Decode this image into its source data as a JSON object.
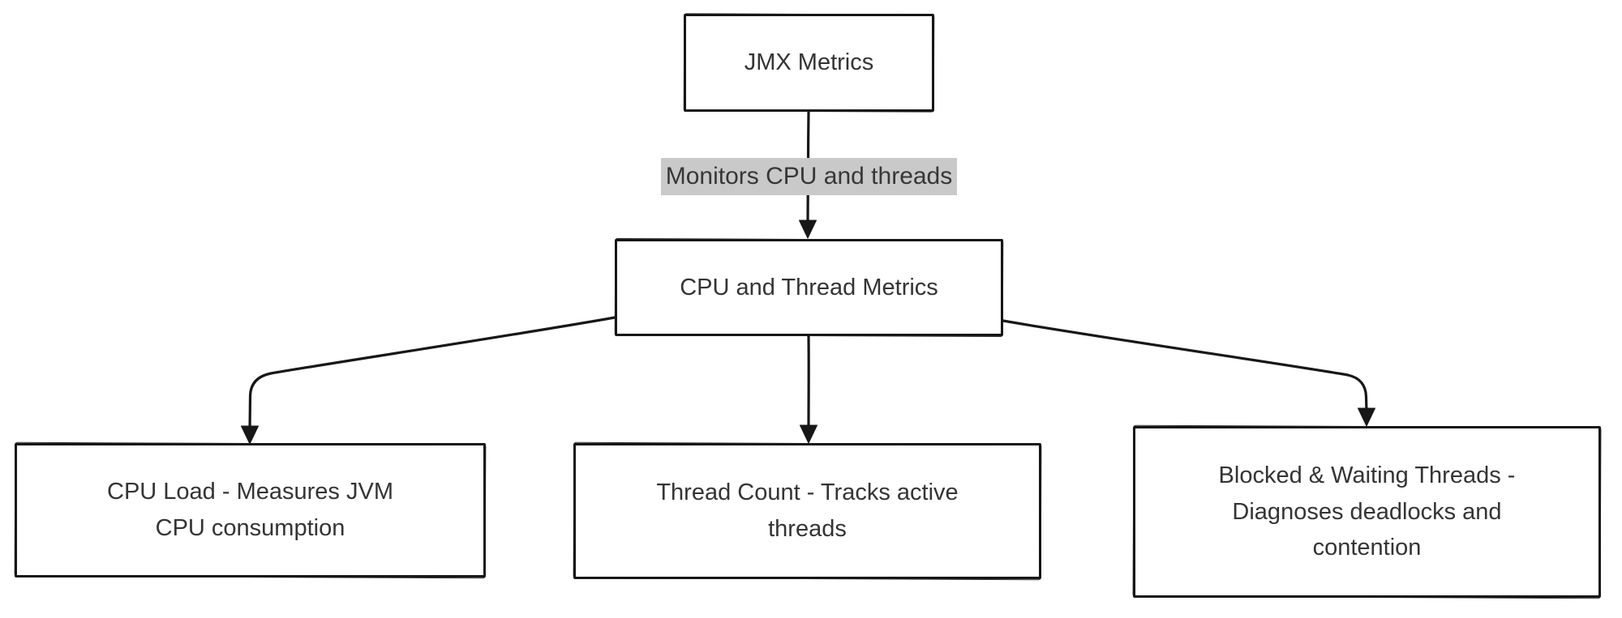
{
  "diagram": {
    "type": "flowchart",
    "nodes": {
      "jmx_metrics": {
        "label": "JMX Metrics"
      },
      "cpu_thread_metrics": {
        "label": "CPU and Thread Metrics"
      },
      "cpu_load": {
        "label": "CPU Load - Measures JVM\nCPU consumption"
      },
      "thread_count": {
        "label": "Thread Count - Tracks active\nthreads"
      },
      "blocked_waiting": {
        "label": "Blocked & Waiting Threads -\nDiagnoses deadlocks and\ncontention"
      }
    },
    "edges": [
      {
        "from": "jmx_metrics",
        "to": "cpu_thread_metrics",
        "label": "Monitors CPU and threads"
      },
      {
        "from": "cpu_thread_metrics",
        "to": "cpu_load",
        "label": ""
      },
      {
        "from": "cpu_thread_metrics",
        "to": "thread_count",
        "label": ""
      },
      {
        "from": "cpu_thread_metrics",
        "to": "blocked_waiting",
        "label": ""
      }
    ],
    "colors": {
      "stroke": "#171717",
      "node_text": "#343434",
      "node_fill": "#ffffff",
      "edge_label_bg": "#c9c9c9",
      "edge_label_text": "#373737",
      "background": "#ffffff"
    }
  }
}
